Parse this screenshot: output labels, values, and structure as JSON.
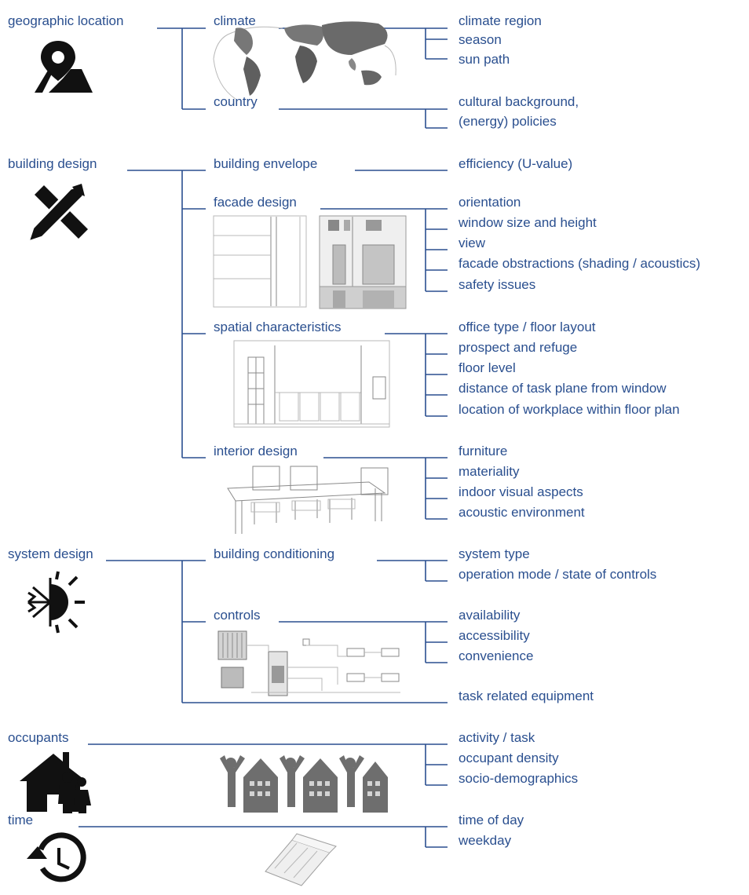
{
  "categories": {
    "geographic": "geographic location",
    "building": "building design",
    "system": "system design",
    "occupants": "occupants",
    "time": "time"
  },
  "sub": {
    "climate": "climate",
    "country": "country",
    "envelope": "building envelope",
    "facade": "facade design",
    "spatial": "spatial characteristics",
    "interior": "interior design",
    "conditioning": "building conditioning",
    "controls": "controls"
  },
  "factors": {
    "climate": [
      "climate region",
      "season",
      "sun path"
    ],
    "country": [
      "cultural background,",
      "(energy) policies"
    ],
    "envelope": [
      "efficiency (U-value)"
    ],
    "facade": [
      "orientation",
      "window size and height",
      "view",
      "facade obstractions (shading / acoustics)",
      "safety issues"
    ],
    "spatial": [
      "office type / floor layout",
      "prospect and refuge",
      "floor level",
      "distance of task plane from window",
      "location of workplace within floor plan"
    ],
    "interior": [
      "furniture",
      "materiality",
      "indoor visual aspects",
      "acoustic environment"
    ],
    "conditioning": [
      "system type",
      "operation mode / state of controls"
    ],
    "controls": [
      "availability",
      "accessibility",
      "convenience"
    ],
    "controls_extra": "task related equipment",
    "occupants": [
      "activity / task",
      "occupant density",
      "socio-demographics"
    ],
    "time": [
      "time of day",
      "weekday"
    ]
  },
  "icons": {
    "geographic": "map-pin-icon",
    "building": "pencil-ruler-icon",
    "system": "snowflake-sun-icon",
    "occupants": "house-family-icon",
    "time": "clock-history-icon"
  },
  "colors": {
    "text": "#2a4f8f",
    "line": "#2a4f8f",
    "icon": "#111111",
    "sketch": "#8a8a8a"
  }
}
